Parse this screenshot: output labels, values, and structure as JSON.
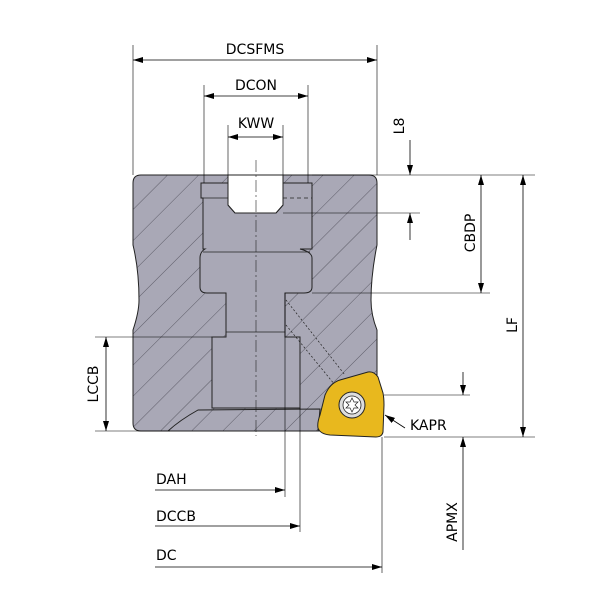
{
  "title": "Milling cutter body cross-section with insert",
  "colors": {
    "body": "#a9a8b6",
    "insert": "#e8b81e",
    "hatch": "#3a3a44"
  },
  "dimensions": {
    "dcsfms": "DCSFMS",
    "dcon": "DCON",
    "kww": "KWW",
    "l8": "L8",
    "cbdp": "CBDP",
    "lf": "LF",
    "lccb": "LCCB",
    "kapr": "KAPR",
    "apmx": "APMX",
    "dah": "DAH",
    "dccb": "DCCB",
    "dc": "DC"
  }
}
